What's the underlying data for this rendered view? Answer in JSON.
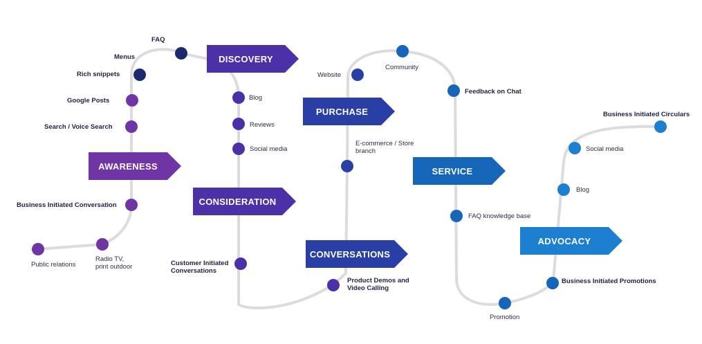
{
  "colors": {
    "track": "#dcdcdf",
    "purple": "#6f35a5",
    "indigo": "#4b30a8",
    "navy": "#1a2a6c",
    "blue_dark": "#2a3fa6",
    "blue": "#1565b8",
    "blue_light": "#1d7fd0"
  },
  "stages": {
    "discovery": "DISCOVERY",
    "awareness": "AWARENESS",
    "consideration": "CONSIDERATION",
    "purchase": "PURCHASE",
    "conversations": "CONVERSATIONS",
    "service": "SERVICE",
    "advocacy": "ADVOCACY"
  },
  "touchpoints": {
    "faq": "FAQ",
    "menus": "Menus",
    "rich_snippets": "Rich snippets",
    "google_posts": "Google Posts",
    "search_voice": "Search / Voice Search",
    "business_conversation": "Business Initiated Conversation",
    "public_relations": "Public relations",
    "radio_tv": "Radio TV,\nprint outdoor",
    "blog_1": "Blog",
    "reviews": "Reviews",
    "social_media_1": "Social media",
    "customer_conversations": "Customer Initiated\nConversations",
    "product_demos": "Product Demos and\nVideo Calling",
    "website": "Website",
    "community": "Community",
    "ecommerce": "E-commerce / Store\nbranch",
    "feedback_chat": "Feedback on Chat",
    "faq_kb": "FAQ knowledge base",
    "promotion": "Promotion",
    "business_promotions": "Business Initiated Promotions",
    "blog_2": "Blog",
    "social_media_2": "Social media",
    "business_circulars": "Business Initiated Circulars"
  }
}
